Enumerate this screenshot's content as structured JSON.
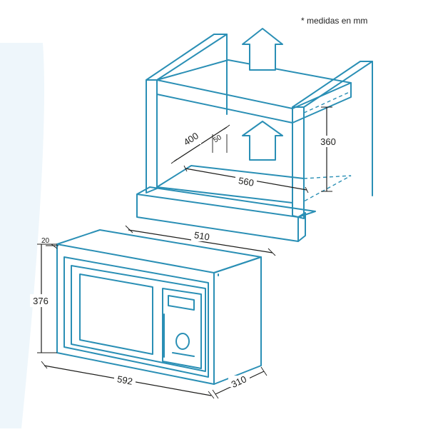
{
  "note": "* medidas en mm",
  "cabinet": {
    "width": "560",
    "depth": "400",
    "height": "360",
    "gap": "50"
  },
  "appliance": {
    "width": "592",
    "height": "376",
    "depth": "310",
    "inner_width": "510",
    "frame": "20"
  },
  "colors": {
    "line": "#2a8fb5",
    "dimension": "#1d1d1b",
    "background_tint": "#eef6fb"
  }
}
